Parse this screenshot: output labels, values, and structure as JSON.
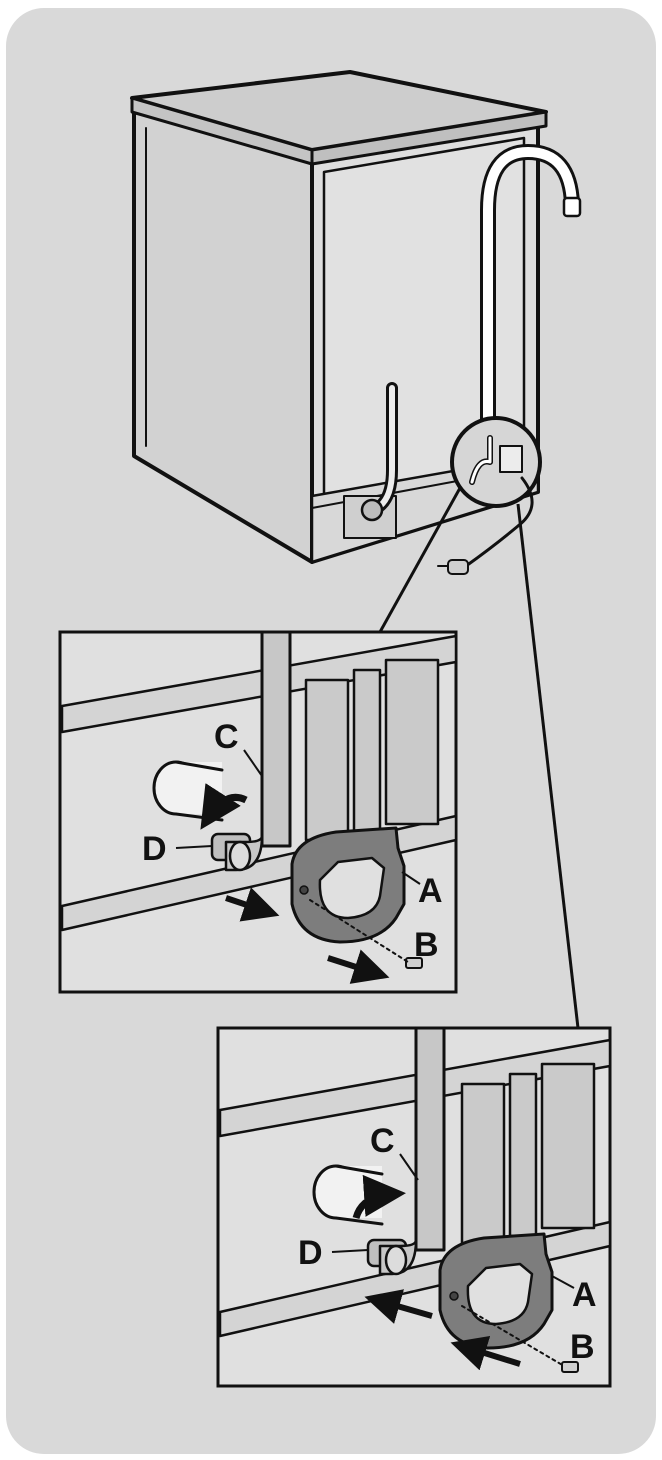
{
  "colors": {
    "panel_background": "#d9d9d9",
    "outline": "#111111",
    "hose": "#bdbdbd",
    "cover": "#7d7d7d",
    "cover_dark": "#5a5a5a",
    "white": "#ffffff"
  },
  "detail_1": {
    "label_a": "A",
    "label_b": "B",
    "label_c": "C",
    "label_d": "D",
    "direction": "remove"
  },
  "detail_2": {
    "label_a": "A",
    "label_b": "B",
    "label_c": "C",
    "label_d": "D",
    "direction": "attach"
  }
}
